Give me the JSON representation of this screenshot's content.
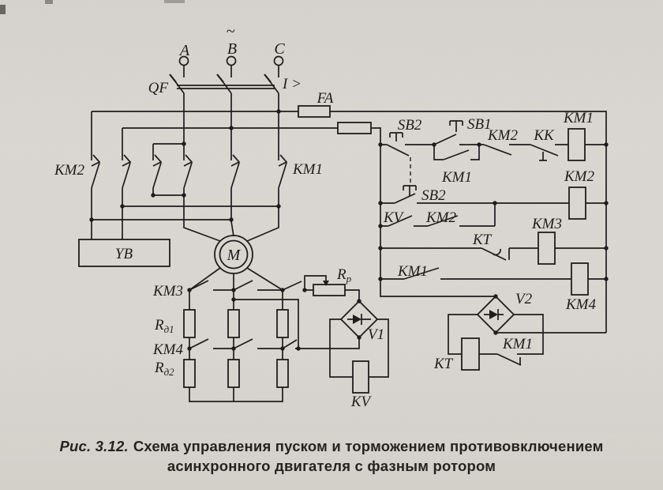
{
  "caption": {
    "prefix": "Рис. 3.12.",
    "line1": "Схема управления пуском и торможением противовключением",
    "line2": "асинхронного двигателя с фазным ротором"
  },
  "colors": {
    "paper": "#d8d5cf",
    "ink": "#1f1d1b"
  },
  "labels": {
    "phase_a": "A",
    "ac_tilde": "~",
    "phase_b": "B",
    "phase_c": "C",
    "breaker": "QF",
    "overcurrent": "I >",
    "fuse": "FA",
    "km2_main": "KM2",
    "km1_main": "KM1",
    "brake": "YB",
    "motor": "M",
    "km3_contacts": "KM3",
    "r_base": "R",
    "r_d1_sub": "д1",
    "km4_contacts": "KM4",
    "r_d2_sub": "д2",
    "r_p_sub": "р",
    "bridge1": "V1",
    "voltage_relay": "KV",
    "sb2_stop": "SB2",
    "sb1_start": "SB1",
    "km1_aux": "KM1",
    "km2_nc": "KM2",
    "kk_thermal": "KK",
    "km1_coil": "KM1",
    "sb2_no": "SB2",
    "km2_coil": "KM2",
    "kv_contact": "KV",
    "km2_aux": "KM2",
    "kt_contact": "KT",
    "km3_coil": "KM3",
    "km1_no": "KM1",
    "km4_coil": "KM4",
    "bridge2": "V2",
    "km1_nc": "KM1",
    "kt_coil": "KT"
  }
}
